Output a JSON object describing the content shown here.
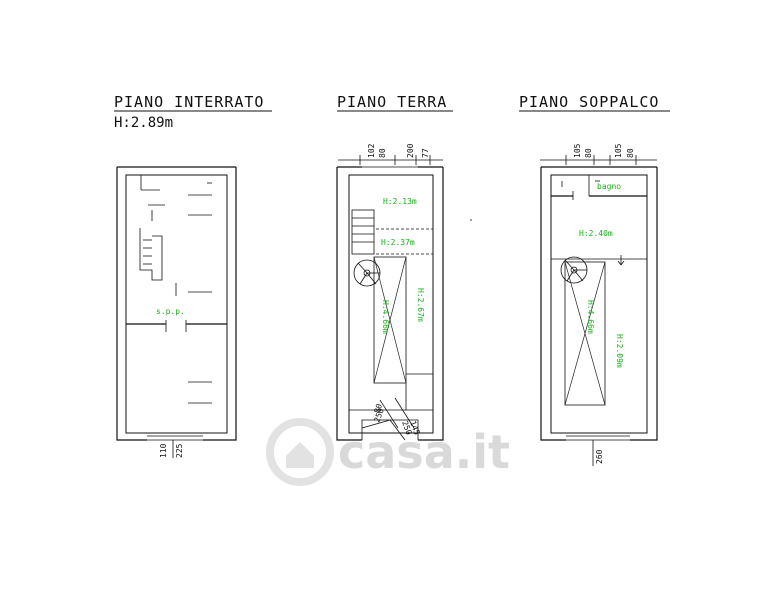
{
  "panels": {
    "interrato": {
      "title": "PIANO INTERRATO",
      "height": "H:2.89m",
      "label": "s.p.p.",
      "dim_a": "225",
      "dim_b": "110"
    },
    "terra": {
      "title": "PIANO TERRA",
      "dims_top": [
        "102",
        "80",
        "200",
        "77"
      ],
      "h1": "H:2.13m",
      "h2": "H:2.37m",
      "h3": "H:2.67m",
      "h4": "H:4.66m",
      "dims_bottom": [
        "80",
        "250",
        "250",
        "145"
      ]
    },
    "soppalco": {
      "title": "PIANO SOPPALCO",
      "dims_top": [
        "105",
        "80",
        "105",
        "80"
      ],
      "bagno": "bagno",
      "h1": "H:2.40m",
      "h2": "H:4.66m",
      "h3": "H:2.09m",
      "dim_bottom": "260"
    }
  },
  "watermark": "casa.it",
  "colors": {
    "lines": "#111111",
    "heights": "#19b419",
    "watermark": "#d9d9d9"
  }
}
